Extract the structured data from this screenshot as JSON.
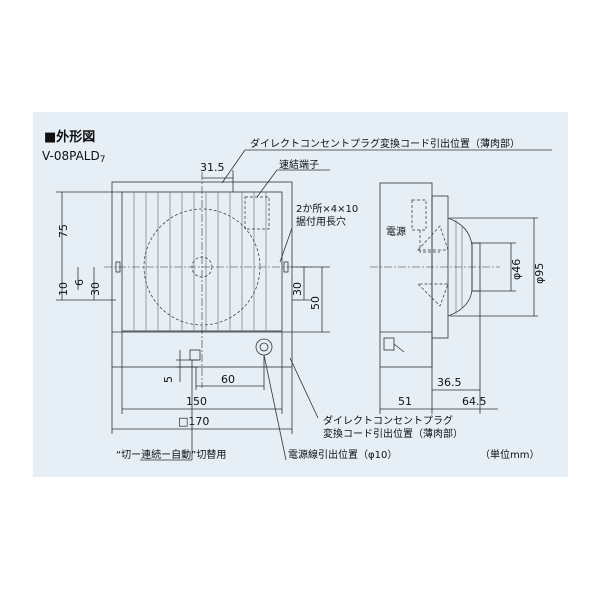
{
  "title": "■外形図",
  "model": {
    "main": "V-08PALD",
    "suffix": "7"
  },
  "unit": "（単位mm）",
  "callouts": {
    "direct_top": "ダイレクトコンセントプラグ変換コード引出位置（薄肉部）",
    "terminal": "速結端子",
    "mount_hole_1": "2か所×4×10",
    "mount_hole_2": "据付用長穴",
    "power": "電源",
    "direct_bottom_1": "ダイレクトコンセントプラグ",
    "direct_bottom_2": "変換コード引出位置（薄肉部）",
    "switch": "“切ー連続ー自動”切替用",
    "power_cable": "電源線引出位置（φ10）"
  },
  "dimensions": {
    "d31_5": "31.5",
    "d75": "75",
    "d10": "10",
    "d6": "6",
    "d30_left": "30",
    "d30_right": "30",
    "d50": "50",
    "d5": "5",
    "d60": "60",
    "d150": "150",
    "d170": "□170",
    "d51": "51",
    "d36_5": "36.5",
    "d64_5": "64.5",
    "phi46": "φ46",
    "phi95": "φ95"
  }
}
